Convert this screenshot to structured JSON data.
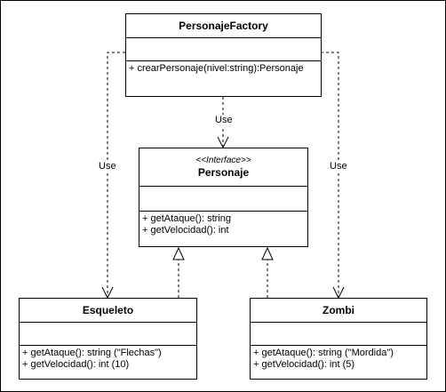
{
  "classes": {
    "factory": {
      "name": "PersonajeFactory",
      "methods": [
        "+ crearPersonaje(nivel:string):Personaje"
      ]
    },
    "personaje": {
      "stereotype": "<<Interface>>",
      "name": "Personaje",
      "methods": [
        "+ getAtaque(): string",
        "+ getVelocidad(): int"
      ]
    },
    "esqueleto": {
      "name": "Esqueleto",
      "methods": [
        "+ getAtaque(): string (\"Flechas\")",
        "+ getVelocidad(): int (10)"
      ]
    },
    "zombi": {
      "name": "Zombi",
      "methods": [
        "+ getAtaque(): string (\"Mordida\")",
        "+ getVelocidad(): int (5)"
      ]
    }
  },
  "relations": {
    "use_label": "Use"
  }
}
